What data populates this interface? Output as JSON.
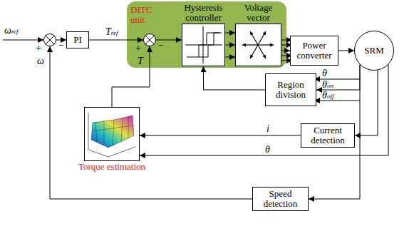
{
  "diagram": {
    "nodes": [
      {
        "text": [
          "+",
          "−"
        ]
      },
      {
        "text": [
          "PI"
        ]
      },
      {
        "text": [
          "DITC unit"
        ]
      },
      {
        "text": [
          "+",
          "−"
        ],
        "in": 2
      },
      {
        "text": [
          "Hysteresis controller"
        ],
        "in": 2
      },
      {
        "text": [
          "Voltage vector"
        ],
        "in": 2
      },
      {
        "text": [
          "Power converter"
        ]
      },
      {
        "text": [
          "SRM"
        ]
      },
      {
        "text": [
          "Region division"
        ]
      },
      {
        "text": [
          "Current detection"
        ]
      },
      {
        "text": [
          "Torque estimation"
        ]
      },
      {
        "text": [
          "Speed detection"
        ]
      }
    ],
    "edges": [
      {
        "from": 0,
        "to": 1,
        "arrow": "to"
      },
      {
        "from": 1,
        "to": 3,
        "arrow": "to"
      },
      {
        "from": 3,
        "to": 4,
        "arrow": "to"
      },
      {
        "from": 4,
        "to": 5,
        "arrow": "to"
      },
      {
        "from": 5,
        "to": 6,
        "arrow": "to"
      },
      {
        "from": 6,
        "to": 7,
        "arrow": "to"
      },
      {
        "from": 7,
        "to": 8,
        "arrow": "to"
      },
      {
        "from": 8,
        "to": 4,
        "arrow": "to"
      },
      {
        "from": 7,
        "to": 9,
        "arrow": "to"
      },
      {
        "from": 9,
        "to": 10,
        "arrow": "to"
      },
      {
        "from": 7,
        "to": 10,
        "arrow": "to"
      },
      {
        "from": 10,
        "to": 3,
        "arrow": "to"
      },
      {
        "from": 7,
        "to": 11,
        "arrow": "to"
      },
      {
        "from": 11,
        "to": 0,
        "arrow": "to"
      }
    ],
    "labels": [
      "ωref",
      "ω",
      "Tref",
      "T",
      "θ",
      "θon",
      "θoff",
      "i",
      "θ"
    ]
  }
}
